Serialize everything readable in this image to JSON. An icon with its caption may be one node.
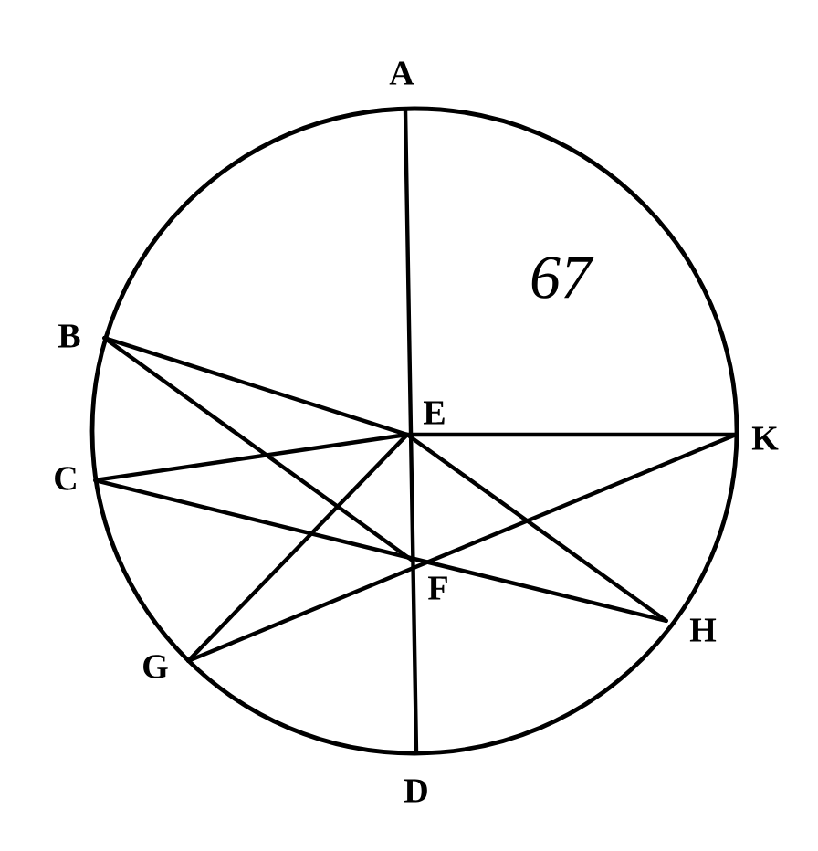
{
  "diagram": {
    "nodes": [
      {
        "text": [
          "A"
        ]
      },
      {
        "text": [
          "B"
        ]
      },
      {
        "text": [
          "E"
        ]
      },
      {
        "text": [
          "K"
        ]
      },
      {
        "text": [
          "C"
        ]
      },
      {
        "text": [
          "F"
        ]
      },
      {
        "text": [
          "H"
        ]
      },
      {
        "text": [
          "G"
        ]
      },
      {
        "text": [
          "D"
        ]
      }
    ],
    "edges": [
      {
        "from": 0,
        "to": 8,
        "arrow": "none"
      },
      {
        "from": 2,
        "to": 3,
        "arrow": "none"
      },
      {
        "from": 1,
        "to": 2,
        "arrow": "none"
      },
      {
        "from": 1,
        "to": 5,
        "arrow": "none"
      },
      {
        "from": 4,
        "to": 2,
        "arrow": "none"
      },
      {
        "from": 4,
        "to": 6,
        "arrow": "none"
      },
      {
        "from": 7,
        "to": 2,
        "arrow": "none"
      },
      {
        "from": 7,
        "to": 3,
        "arrow": "none"
      },
      {
        "from": 2,
        "to": 6,
        "arrow": "none"
      }
    ],
    "labels": [
      "67"
    ]
  }
}
